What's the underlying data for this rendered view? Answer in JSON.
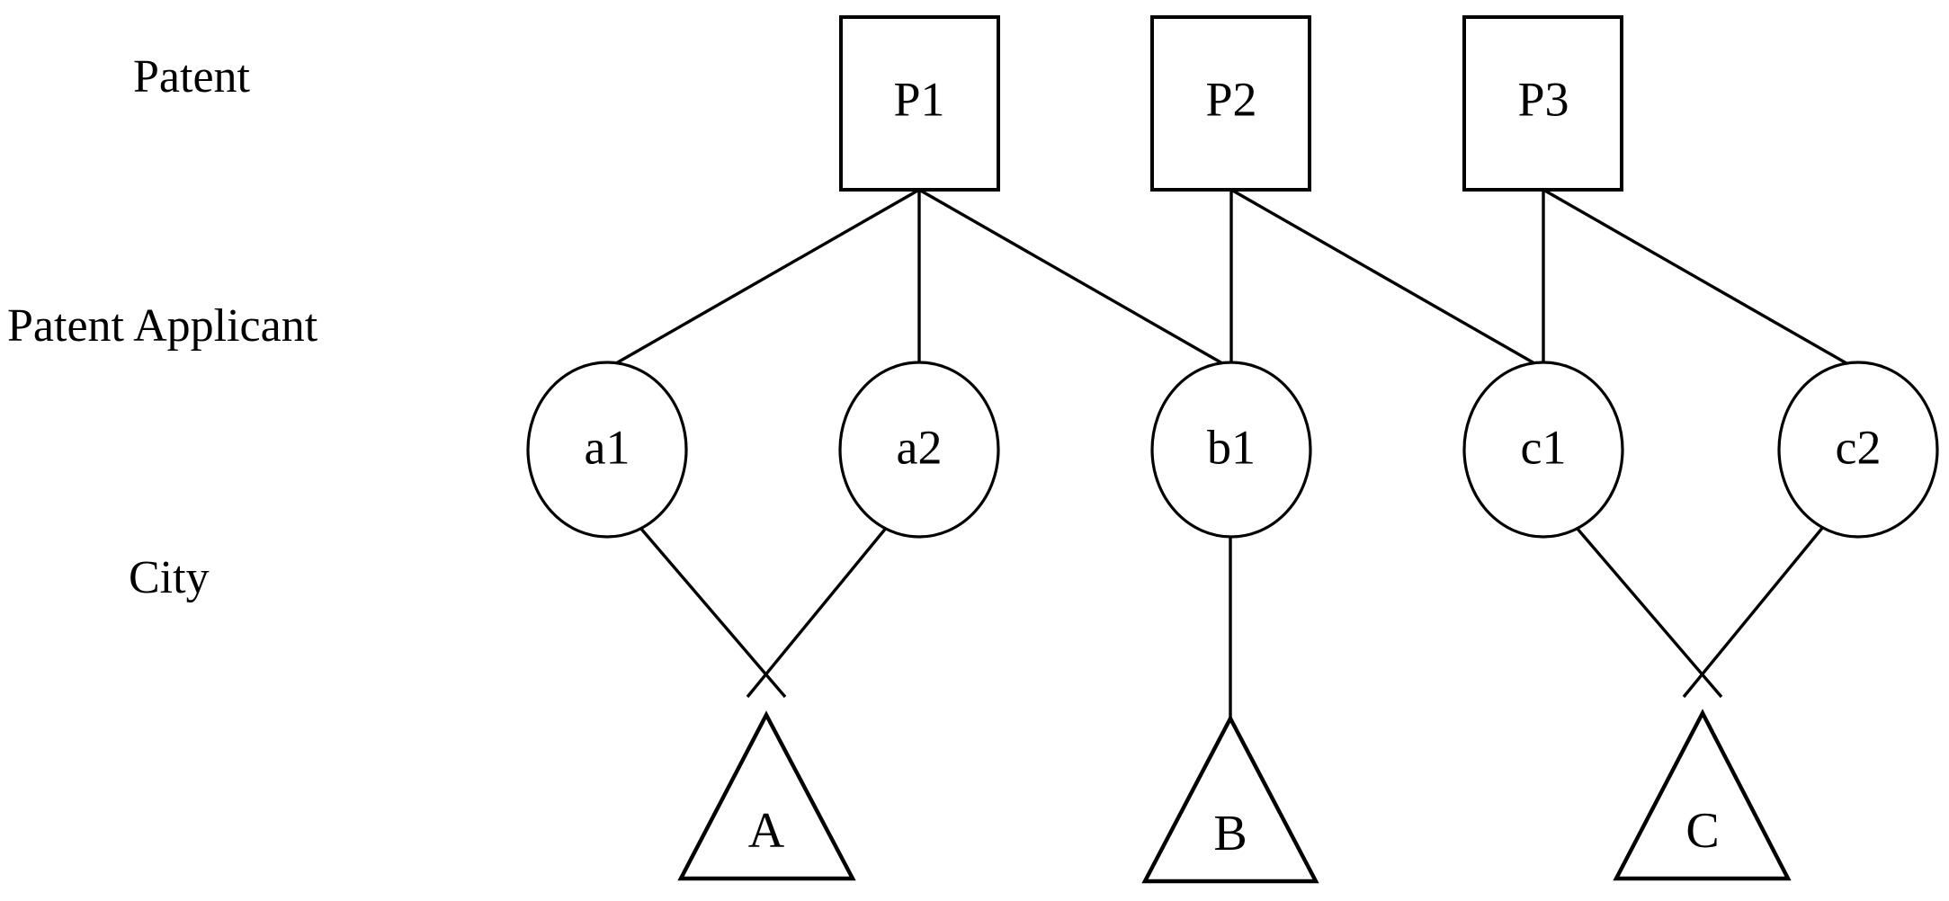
{
  "diagram": {
    "title": "Patent - Patent Applicant - City relationship diagram",
    "background_color": "#ffffff",
    "line_color": "#000000",
    "rows": [
      {
        "id": "patent",
        "label": "Patent"
      },
      {
        "id": "applicant",
        "label": "Patent Applicant"
      },
      {
        "id": "city",
        "label": "City"
      }
    ],
    "patents": [
      {
        "id": "P1",
        "label": "P1"
      },
      {
        "id": "P2",
        "label": "P2"
      },
      {
        "id": "P3",
        "label": "P3"
      }
    ],
    "applicants": [
      {
        "id": "a1",
        "label": "a1"
      },
      {
        "id": "a2",
        "label": "a2"
      },
      {
        "id": "b1",
        "label": "b1"
      },
      {
        "id": "c1",
        "label": "c1"
      },
      {
        "id": "c2",
        "label": "c2"
      }
    ],
    "cities": [
      {
        "id": "A",
        "label": "A"
      },
      {
        "id": "B",
        "label": "B"
      },
      {
        "id": "C",
        "label": "C"
      }
    ],
    "edges": [
      {
        "from": "P1",
        "to": "a1"
      },
      {
        "from": "P1",
        "to": "a2"
      },
      {
        "from": "P1",
        "to": "b1"
      },
      {
        "from": "P2",
        "to": "b1"
      },
      {
        "from": "P2",
        "to": "c1"
      },
      {
        "from": "P3",
        "to": "c1"
      },
      {
        "from": "P3",
        "to": "c2"
      },
      {
        "from": "a1",
        "to": "A"
      },
      {
        "from": "a2",
        "to": "A"
      },
      {
        "from": "b1",
        "to": "B"
      },
      {
        "from": "c1",
        "to": "C"
      },
      {
        "from": "c2",
        "to": "C"
      }
    ]
  }
}
